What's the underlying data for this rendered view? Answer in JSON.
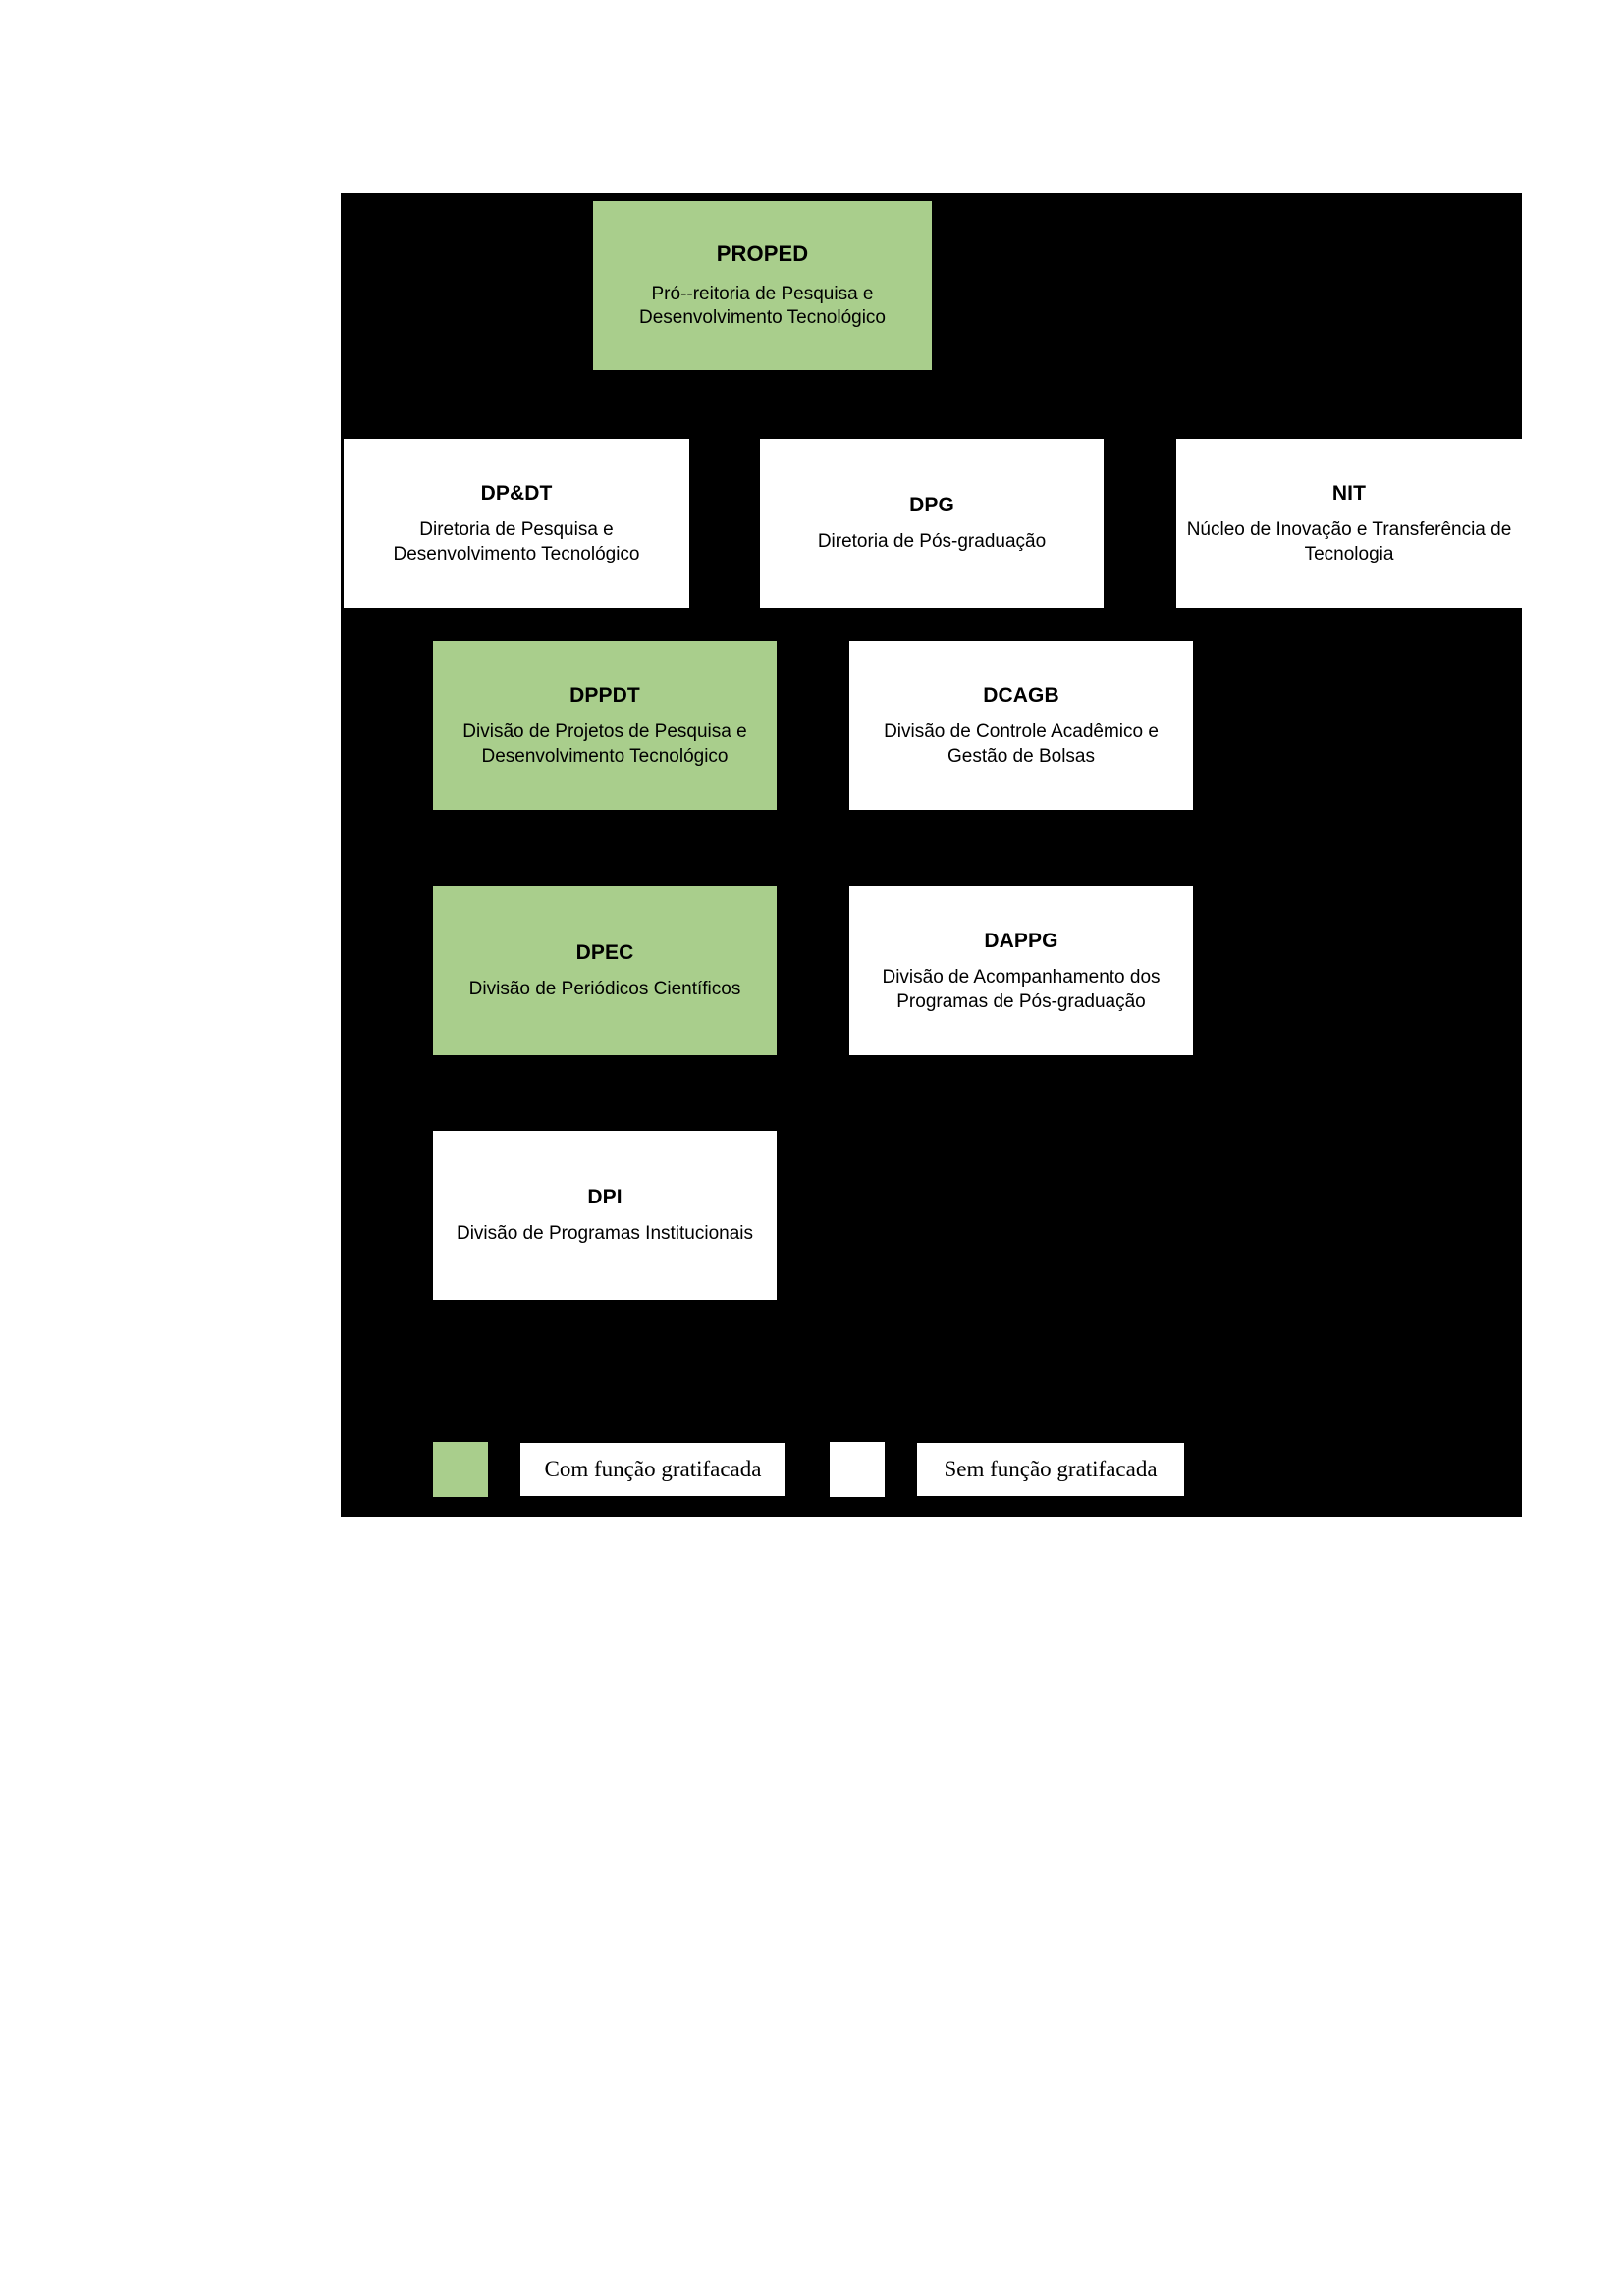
{
  "diagram": {
    "title": "Organograma PROPED",
    "background_color": "#000000",
    "page_background": "#ffffff",
    "colors": {
      "with_bonus_fill": "#a9ce8c",
      "without_bonus_fill": "#ffffff",
      "text": "#000000"
    },
    "boxes": [
      {
        "id": "proped",
        "acronym": "PROPED",
        "description": "Pró--reitoria de Pesquisa e Desenvolvimento Tecnológico",
        "fill": "green",
        "level": 1
      },
      {
        "id": "dpdt",
        "acronym": "DP&DT",
        "description": "Diretoria de Pesquisa e Desenvolvimento Tecnológico",
        "fill": "white",
        "level": 2
      },
      {
        "id": "dpg",
        "acronym": "DPG",
        "description": "Diretoria de Pós-graduação",
        "fill": "white",
        "level": 2
      },
      {
        "id": "nit",
        "acronym": "NIT",
        "description": "Núcleo de Inovação e Transferência de Tecnologia",
        "fill": "white",
        "level": 2
      },
      {
        "id": "dppdt",
        "acronym": "DPPDT",
        "description": "Divisão de Projetos de Pesquisa e Desenvolvimento Tecnológico",
        "fill": "green",
        "level": 3
      },
      {
        "id": "dcagb",
        "acronym": "DCAGB",
        "description": "Divisão de Controle Acadêmico e Gestão de Bolsas",
        "fill": "white",
        "level": 3
      },
      {
        "id": "dpec",
        "acronym": "DPEC",
        "description": "Divisão de Periódicos Científicos",
        "fill": "green",
        "level": 4
      },
      {
        "id": "dappg",
        "acronym": "DAPPG",
        "description": "Divisão de Acompanhamento dos Programas de Pós-graduação",
        "fill": "white",
        "level": 4
      },
      {
        "id": "dpi",
        "acronym": "DPI",
        "description": "Divisão de Programas Institucionais",
        "fill": "white",
        "level": 5
      }
    ],
    "legend": [
      {
        "id": "com",
        "swatch": "green",
        "label": "Com função gratifacada"
      },
      {
        "id": "sem",
        "swatch": "white",
        "label": "Sem função gratifacada"
      }
    ]
  }
}
